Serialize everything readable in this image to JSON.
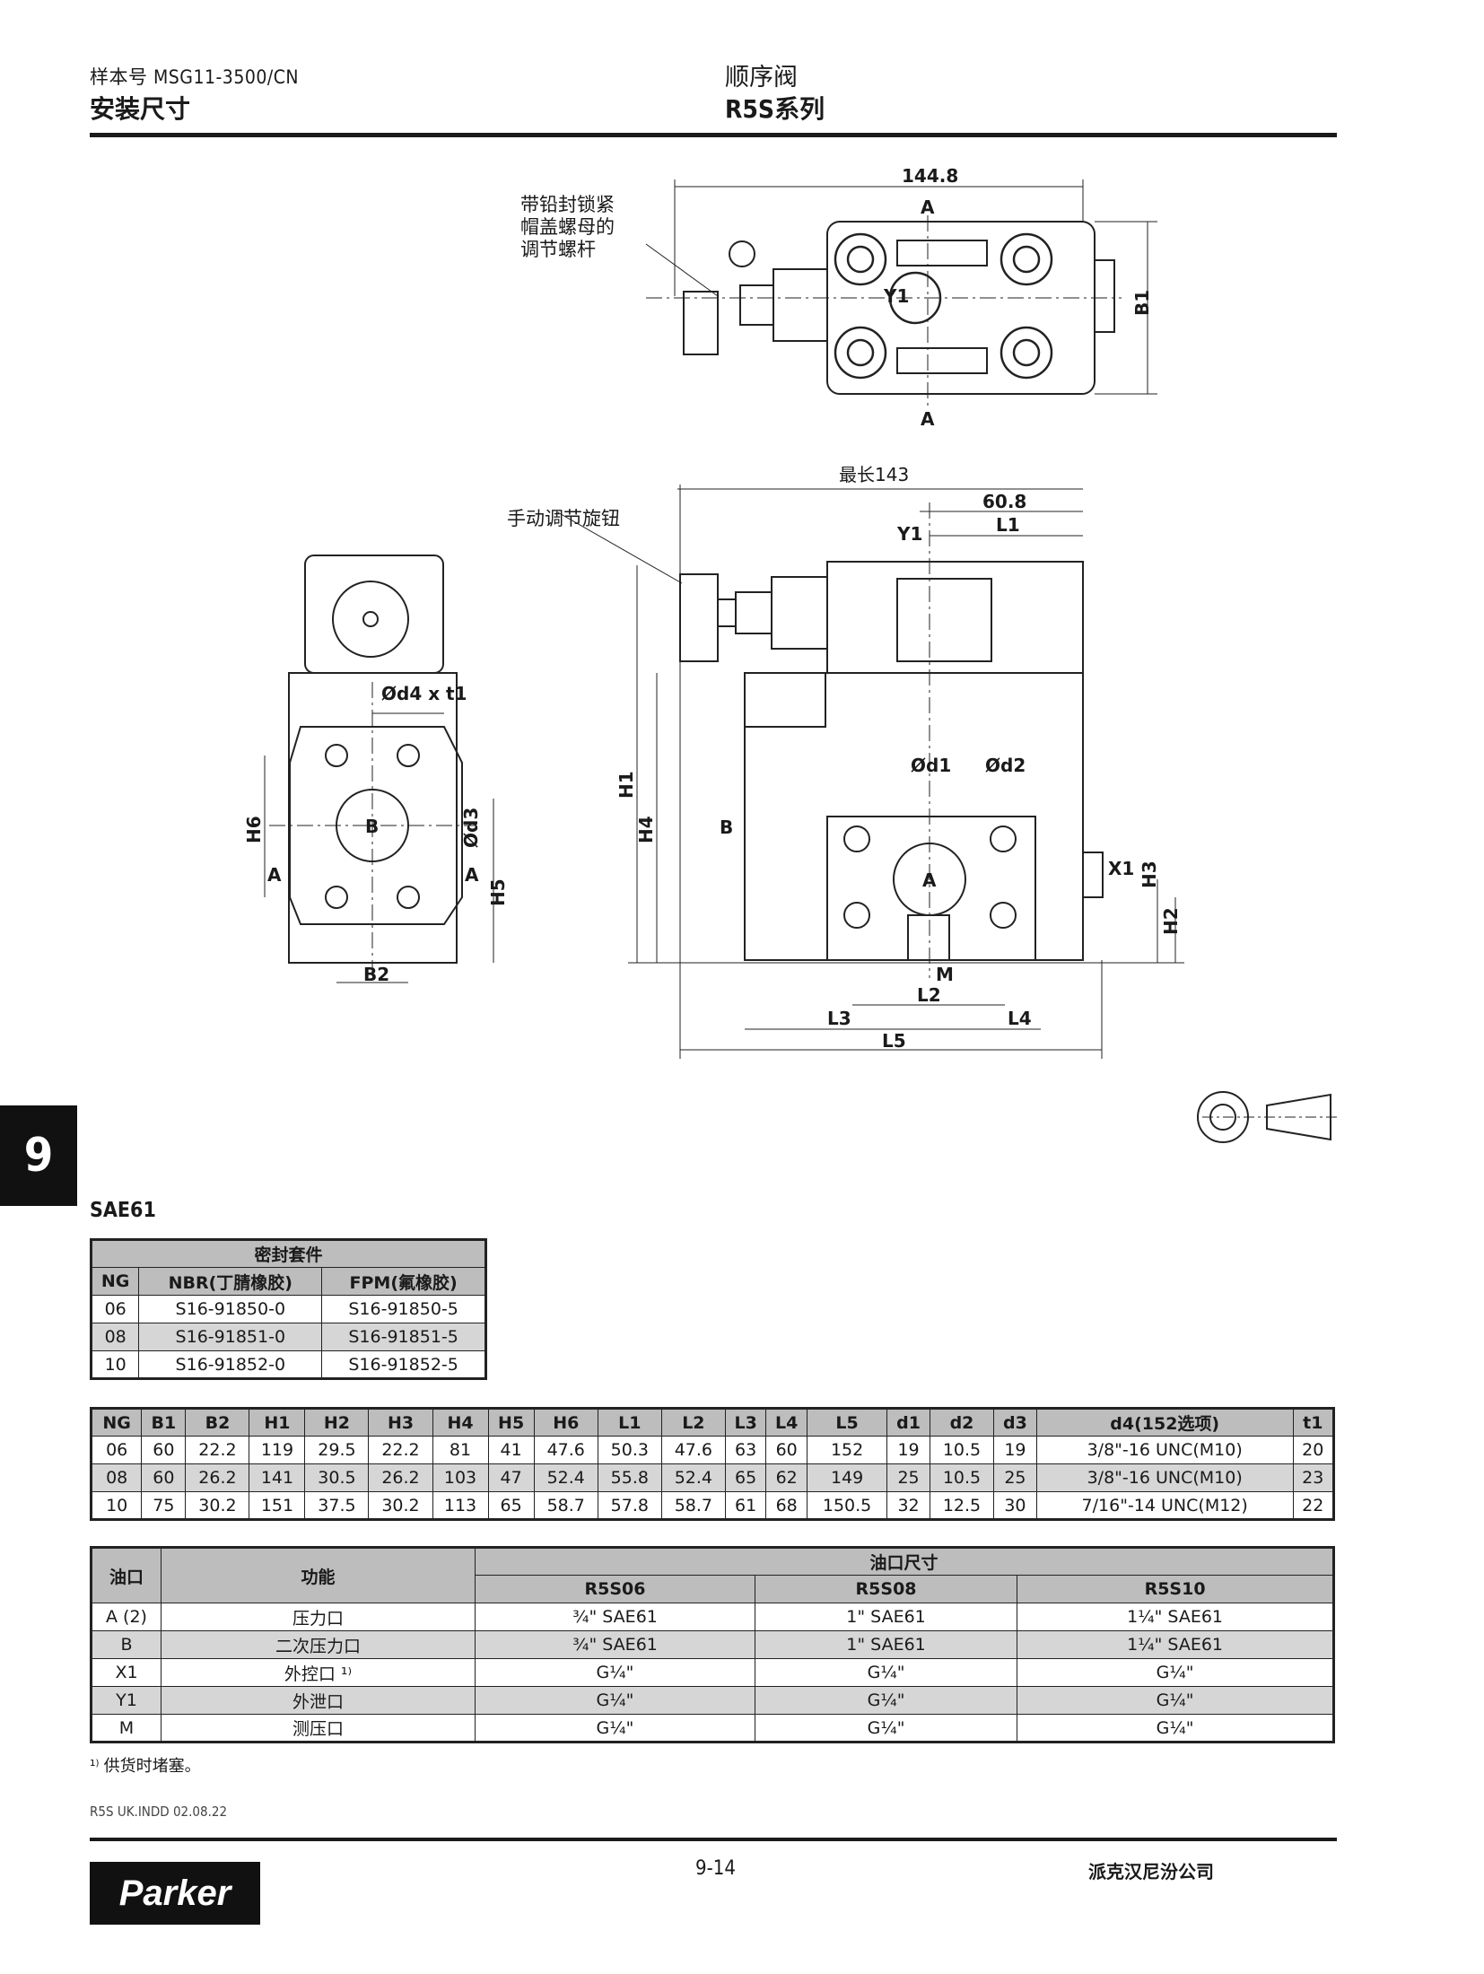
{
  "header": {
    "catalog_no": "样本号  MSG11-3500/CN",
    "section": "安装尺寸",
    "product": "顺序阀",
    "series": "R5S系列"
  },
  "drawing": {
    "top_view": {
      "width": "144.8",
      "port_a_top": "A",
      "port_a_bottom": "A",
      "b1": "B1",
      "y1": "Y1",
      "callout": [
        "带铅封锁紧",
        "帽盖螺母的",
        "调节螺杆"
      ]
    },
    "front_view": {
      "max_len": "最长143",
      "l1_val": "60.8",
      "l1": "L1",
      "y1": "Y1",
      "knob_callout": "手动调节旋钮",
      "h1": "H1",
      "h4": "H4",
      "b": "B",
      "d1": "Ød1",
      "d2": "Ød2",
      "a": "A",
      "x1": "X1",
      "h3": "H3",
      "h2": "H2",
      "m": "M",
      "l2": "L2",
      "l3": "L3",
      "l4": "L4",
      "l5": "L5"
    },
    "side_view": {
      "d4t1": "Ød4 x t1",
      "h6": "H6",
      "b": "B",
      "d3": "Ød3",
      "a_left": "A",
      "a_right": "A",
      "h5": "H5",
      "b2": "B2"
    }
  },
  "chapter_tab": "9",
  "sae_label": "SAE61",
  "seal_table": {
    "title": "密封套件",
    "headers": [
      "NG",
      "NBR(丁腈橡胶)",
      "FPM(氟橡胶)"
    ],
    "rows": [
      [
        "06",
        "S16-91850-0",
        "S16-91850-5"
      ],
      [
        "08",
        "S16-91851-0",
        "S16-91851-5"
      ],
      [
        "10",
        "S16-91852-0",
        "S16-91852-5"
      ]
    ]
  },
  "dim_table": {
    "headers": [
      "NG",
      "B1",
      "B2",
      "H1",
      "H2",
      "H3",
      "H4",
      "H5",
      "H6",
      "L1",
      "L2",
      "L3",
      "L4",
      "L5",
      "d1",
      "d2",
      "d3",
      "d4(152选项)",
      "t1"
    ],
    "rows": [
      [
        "06",
        "60",
        "22.2",
        "119",
        "29.5",
        "22.2",
        "81",
        "41",
        "47.6",
        "50.3",
        "47.6",
        "63",
        "60",
        "152",
        "19",
        "10.5",
        "19",
        "3/8\"-16 UNC(M10)",
        "20"
      ],
      [
        "08",
        "60",
        "26.2",
        "141",
        "30.5",
        "26.2",
        "103",
        "47",
        "52.4",
        "55.8",
        "52.4",
        "65",
        "62",
        "149",
        "25",
        "10.5",
        "25",
        "3/8\"-16 UNC(M10)",
        "23"
      ],
      [
        "10",
        "75",
        "30.2",
        "151",
        "37.5",
        "30.2",
        "113",
        "65",
        "58.7",
        "57.8",
        "58.7",
        "61",
        "68",
        "150.5",
        "32",
        "12.5",
        "30",
        "7/16\"-14 UNC(M12)",
        "22"
      ]
    ]
  },
  "port_table": {
    "h_port": "油口",
    "h_func": "功能",
    "h_size": "油口尺寸",
    "models": [
      "R5S06",
      "R5S08",
      "R5S10"
    ],
    "rows": [
      [
        "A (2)",
        "压力口",
        "¾\" SAE61",
        "1\" SAE61",
        "1¼\" SAE61"
      ],
      [
        "B",
        "二次压力口",
        "¾\" SAE61",
        "1\" SAE61",
        "1¼\" SAE61"
      ],
      [
        "X1",
        "外控口 ¹⁾",
        "G¼\"",
        "G¼\"",
        "G¼\""
      ],
      [
        "Y1",
        "外泄口",
        "G¼\"",
        "G¼\"",
        "G¼\""
      ],
      [
        "M",
        "测压口",
        "G¼\"",
        "G¼\"",
        "G¼\""
      ]
    ]
  },
  "footnote": "¹⁾ 供货时堵塞。",
  "file_ref": "R5S UK.INDD 02.08.22",
  "footer": {
    "page": "9-14",
    "company": "派克汉尼汾公司",
    "logo": "Parker"
  }
}
